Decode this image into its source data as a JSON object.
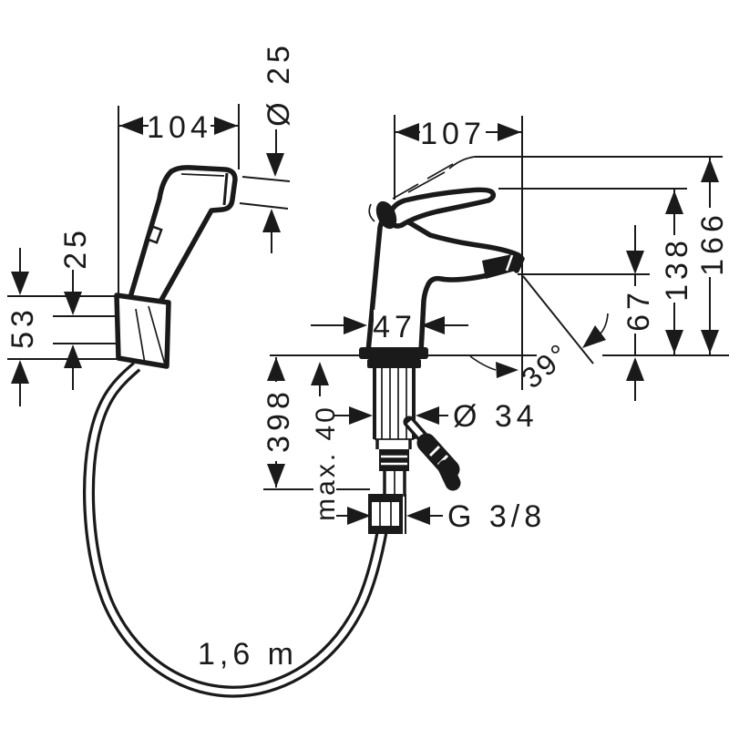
{
  "drawing": {
    "title": "faucet-with-handspray-dimension-drawing",
    "colors": {
      "ink": "#1a1a1a",
      "background": "#ffffff"
    },
    "labels": {
      "dim_104": "104",
      "dim_107": "107",
      "dia_25": "Ø 25",
      "dim_25": "25",
      "dim_53": "53",
      "dim_166": "166",
      "dim_138": "138",
      "dim_67": "67",
      "dim_47": "47",
      "angle_39": "39°",
      "dia_34": "Ø 34",
      "dim_398": "398",
      "max_40": "max. 40",
      "thread_g38": "G 3/8",
      "hose_length": "1,6 m"
    }
  }
}
